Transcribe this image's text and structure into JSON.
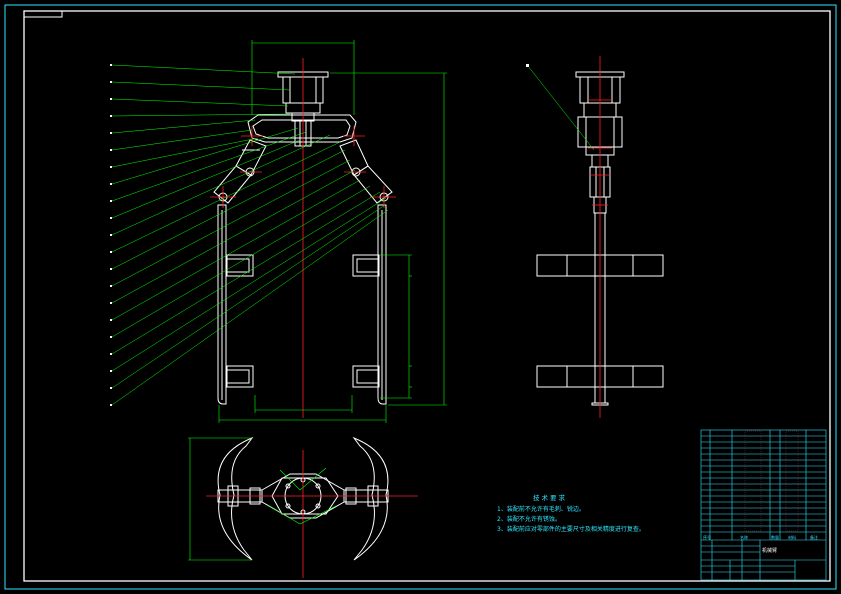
{
  "technical_notes": {
    "title": "技术要求",
    "items": [
      "1、装配前不允许有毛刺、锐边。",
      "2、装配不允许有锈蚀。",
      "3、装配前应对零部件的主要尺寸及相关精度进行复查。"
    ]
  },
  "title_block": {
    "drawing_title": "机械臂",
    "header_cells": [
      "序号",
      "名称",
      "数量",
      "材料",
      "备注"
    ]
  },
  "colors": {
    "background": "#000000",
    "outline": "#ffffff",
    "leader": "#00ff00",
    "center_line": "#ff2020",
    "border": "#2fe6ff"
  }
}
